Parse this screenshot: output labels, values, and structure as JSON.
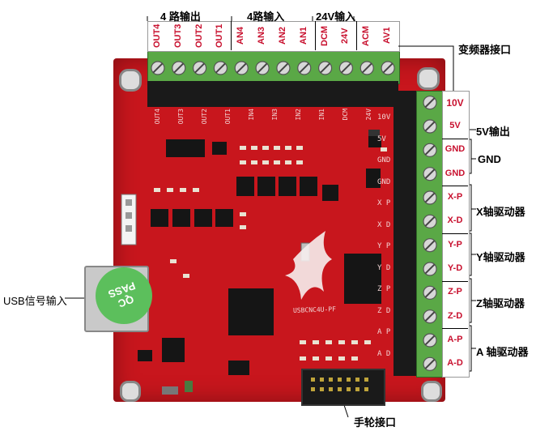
{
  "top_groups": [
    {
      "title": "4 路输出",
      "labels": [
        "OUT4",
        "OUT3",
        "OUT2",
        "OUT1"
      ]
    },
    {
      "title": "4路输入",
      "labels": [
        "AN4",
        "AN3",
        "AN2",
        "AN1"
      ]
    },
    {
      "title": "24V输入",
      "labels": [
        "DCM",
        "24V"
      ]
    },
    {
      "title": "",
      "labels": [
        "ACM",
        "AV1"
      ]
    }
  ],
  "right_terminal_labels": [
    "10V",
    "5V",
    "GND",
    "GND",
    "X-P",
    "X-D",
    "Y-P",
    "Y-D",
    "Z-P",
    "Z-D",
    "A-P",
    "A-D"
  ],
  "annotations": {
    "vfd": "变频器接口",
    "v5_out": "5V输出",
    "gnd": "GND",
    "x_driver": "X轴驱动器",
    "y_driver": "Y轴驱动器",
    "z_driver": "Z轴驱动器",
    "a_driver": "A 轴驱动器",
    "usb": "USB信号输入",
    "handwheel": "手轮接口"
  },
  "board": {
    "model": "USBCNC4U-PF",
    "qc_sticker": "QC PASS",
    "silk_side": [
      "10V",
      "5V",
      "GND",
      "GND",
      "X P",
      "X D",
      "Y P",
      "Y D",
      "Z P",
      "Z D",
      "A P",
      "A D"
    ],
    "silk_top": [
      "OUT4",
      "OUT3",
      "OUT2",
      "OUT1",
      "IN4",
      "IN3",
      "IN2",
      "IN1",
      "DCM",
      "24V"
    ]
  },
  "colors": {
    "pcb": "#c8161d",
    "terminal_green": "#5aa846",
    "label_red": "#c8102e",
    "connector_black": "#1a1a1a"
  }
}
